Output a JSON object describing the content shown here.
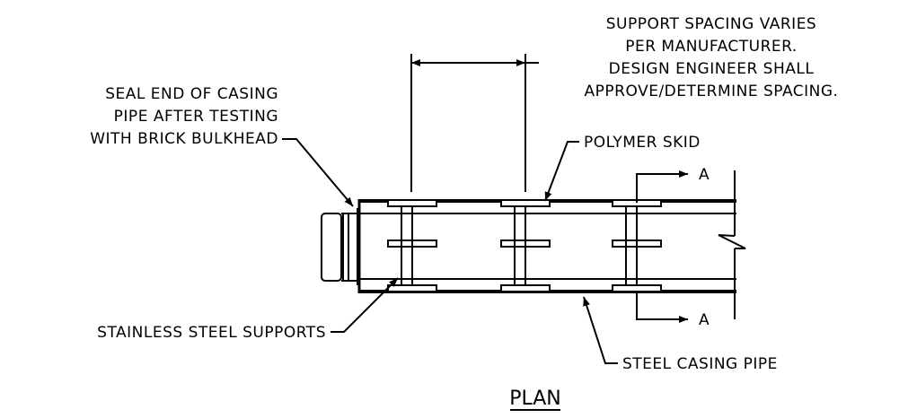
{
  "notes": {
    "spacing": [
      "SUPPORT SPACING VARIES",
      "PER MANUFACTURER.",
      "DESIGN ENGINEER SHALL",
      "APPROVE/DETERMINE SPACING."
    ],
    "seal": [
      "SEAL END OF CASING",
      "PIPE AFTER TESTING",
      "WITH BRICK BULKHEAD"
    ]
  },
  "labels": {
    "polymer_skid": "POLYMER SKID",
    "stainless_supports": "STAINLESS STEEL SUPPORTS",
    "casing_pipe": "STEEL CASING PIPE",
    "section_top": "A",
    "section_bottom": "A"
  },
  "title": "PLAN"
}
